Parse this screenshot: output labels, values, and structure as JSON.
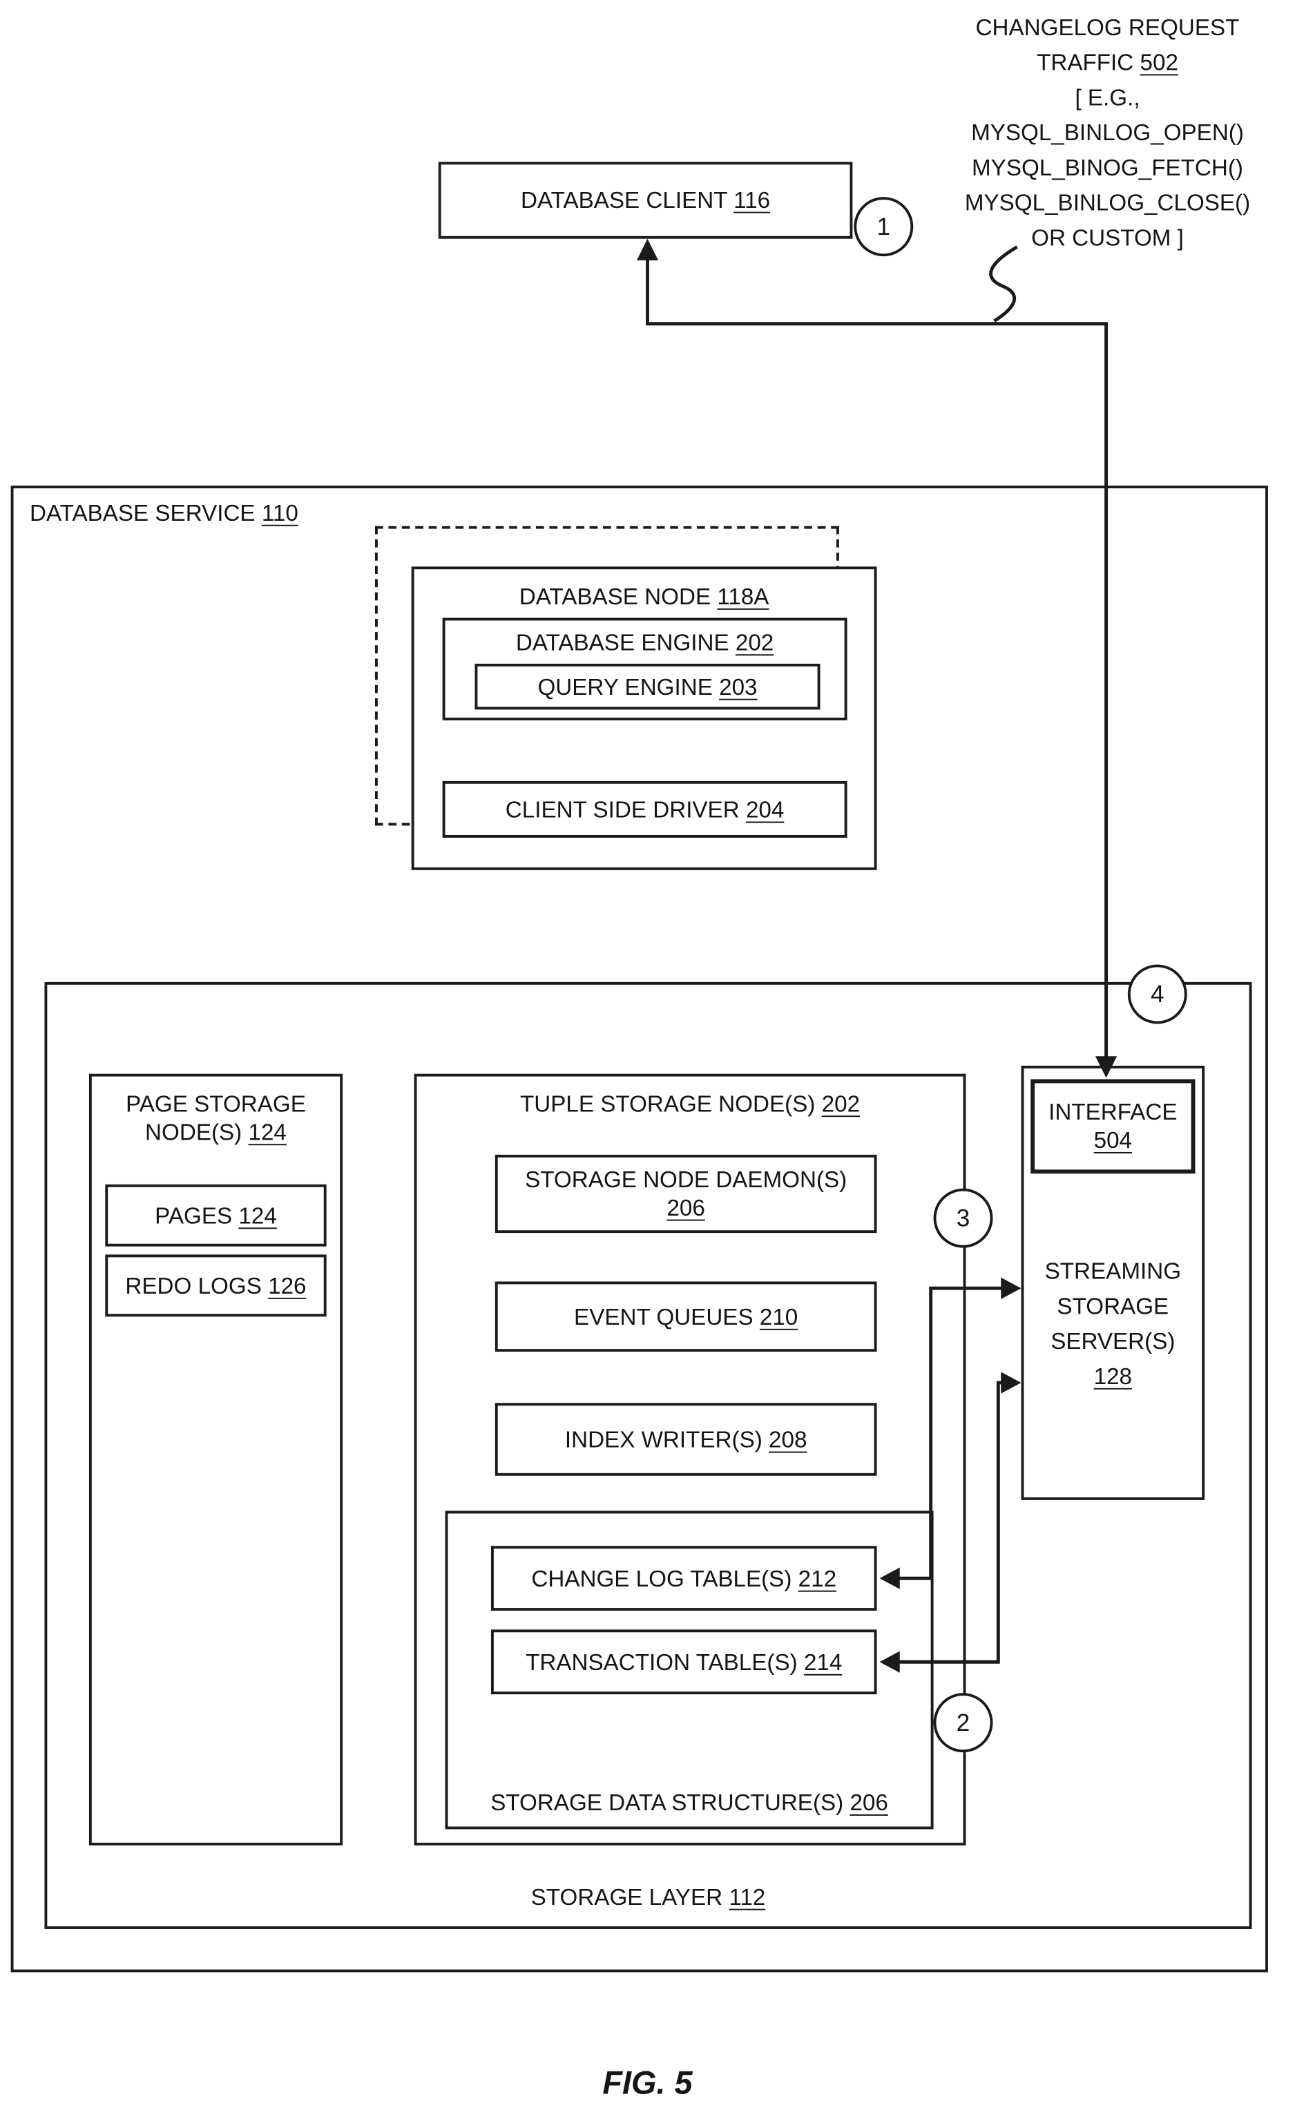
{
  "figure_caption": "FIG. 5",
  "callout": {
    "line1": "CHANGELOG REQUEST",
    "line2_text": "TRAFFIC",
    "line2_ref": "502",
    "line3": "[ E.G.,",
    "line4": "MYSQL_BINLOG_OPEN()",
    "line5": "MYSQL_BINOG_FETCH()",
    "line6": "MYSQL_BINLOG_CLOSE()",
    "line7": "OR CUSTOM ]"
  },
  "markers": {
    "one": "1",
    "two": "2",
    "three": "3",
    "four": "4"
  },
  "boxes": {
    "database_client": {
      "label": "DATABASE CLIENT",
      "ref": "116"
    },
    "database_service": {
      "label": "DATABASE SERVICE",
      "ref": "110"
    },
    "database_node": {
      "label": "DATABASE NODE",
      "ref": "118A"
    },
    "database_engine": {
      "label": "DATABASE ENGINE",
      "ref": "202"
    },
    "query_engine": {
      "label": "QUERY ENGINE",
      "ref": "203"
    },
    "client_side_driver": {
      "label": "CLIENT SIDE DRIVER",
      "ref": "204"
    },
    "storage_layer": {
      "label": "STORAGE LAYER",
      "ref": "112"
    },
    "page_storage_node": {
      "label": "PAGE STORAGE NODE(S)",
      "ref": "124"
    },
    "pages": {
      "label": "PAGES",
      "ref": "124"
    },
    "redo_logs": {
      "label": "REDO LOGS",
      "ref": "126"
    },
    "tuple_storage_node": {
      "label": "TUPLE STORAGE NODE(S)",
      "ref": "202"
    },
    "storage_node_daemon": {
      "label": "STORAGE NODE DAEMON(S)",
      "ref": "206"
    },
    "event_queues": {
      "label": "EVENT QUEUES",
      "ref": "210"
    },
    "index_writers": {
      "label": "INDEX WRITER(S)",
      "ref": "208"
    },
    "change_log_tables": {
      "label": "CHANGE LOG TABLE(S)",
      "ref": "212"
    },
    "transaction_tables": {
      "label": "TRANSACTION TABLE(S)",
      "ref": "214"
    },
    "storage_data_structures": {
      "label": "STORAGE DATA STRUCTURE(S)",
      "ref": "206"
    },
    "interface": {
      "label": "INTERFACE",
      "ref": "504"
    },
    "streaming_storage": {
      "label": "STREAMING STORAGE SERVER(S)",
      "ref": "128"
    }
  }
}
